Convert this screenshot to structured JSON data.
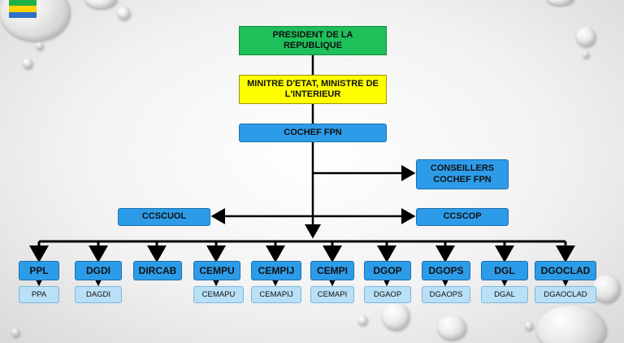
{
  "colors": {
    "top": "#1fbf5a",
    "ministry": "#ffff00",
    "unit": "#2d9ce8",
    "subunit": "#b9e0f6"
  },
  "nodes": {
    "president": "PRESIDENT DE LA REPUBLIQUE",
    "minister": "MINITRE D'ETAT, MINISTRE DE L'INTERIEUR",
    "cochef": "COCHEF FPN",
    "conseillers": "CONSEILLERS COCHEF FPN",
    "ccscuol": "CCSCUOL",
    "ccscop": "CCSCOP"
  },
  "units": [
    {
      "name": "PPL",
      "sub": "PPA"
    },
    {
      "name": "DGDI",
      "sub": "DAGDI"
    },
    {
      "name": "DIRCAB",
      "sub": ""
    },
    {
      "name": "CEMPU",
      "sub": "CEMAPU"
    },
    {
      "name": "CEMPIJ",
      "sub": "CEMAPIJ"
    },
    {
      "name": "CEMPI",
      "sub": "CEMAPI"
    },
    {
      "name": "DGOP",
      "sub": "DGAOP"
    },
    {
      "name": "DGOPS",
      "sub": "DGAOPS"
    },
    {
      "name": "DGL",
      "sub": "DGAL"
    },
    {
      "name": "DGOCLAD",
      "sub": "DGAOCLAD"
    }
  ]
}
